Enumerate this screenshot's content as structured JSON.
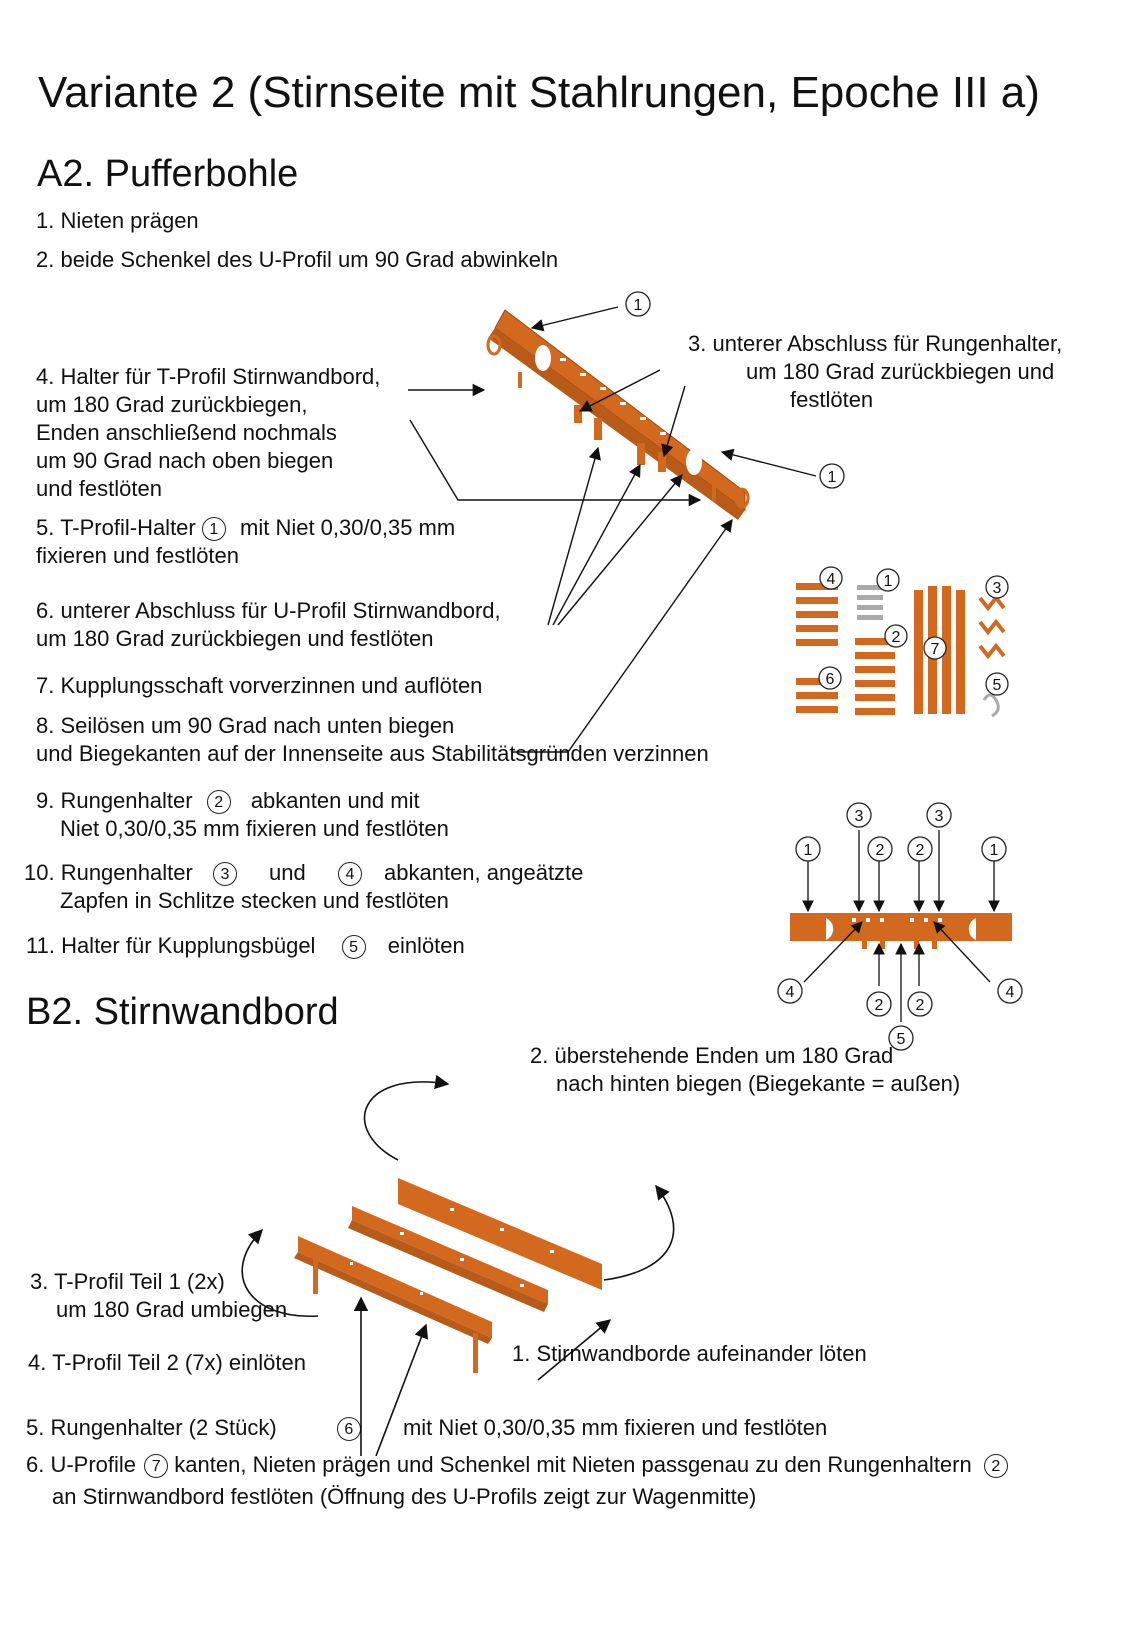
{
  "title": "Variante 2 (Stirnseite mit Stahlrungen, Epoche III a)",
  "section_a": {
    "heading": "A2. Pufferbohle",
    "s1": "1. Nieten prägen",
    "s2": "2. beide Schenkel des U-Profil um 90 Grad abwinkeln",
    "s3": [
      "3. unterer Abschluss für Rungenhalter,",
      "um 180 Grad zurückbiegen und",
      "festlöten"
    ],
    "s4": [
      "4. Halter für T-Profil Stirnwandbord,",
      "um 180 Grad zurückbiegen,",
      "Enden anschließend nochmals",
      "um 90 Grad nach oben biegen",
      "und festlöten"
    ],
    "s5a": "5. T-Profil-Halter",
    "s5b": "mit Niet 0,30/0,35 mm",
    "s5c": "fixieren und festlöten",
    "s6": [
      "6. unterer Abschluss für U-Profil Stirnwandbord,",
      "um 180 Grad zurückbiegen und festlöten"
    ],
    "s7": "7. Kupplungsschaft vorverzinnen und auflöten",
    "s8": [
      "8. Seilösen um 90 Grad nach unten biegen",
      "und Biegekanten auf der Innenseite aus Stabilitätsgründen verzinnen"
    ],
    "s9a": "9. Rungenhalter",
    "s9b": "abkanten und mit",
    "s9c": "Niet 0,30/0,35 mm fixieren und festlöten",
    "s10a": "10. Rungenhalter",
    "s10b": "und",
    "s10c": "abkanten, angeätzte",
    "s10d": "Zapfen in Schlitze stecken und festlöten",
    "s11a": "11. Halter für Kupplungsbügel",
    "s11b": "einlöten"
  },
  "section_b": {
    "heading": "B2. Stirnwandbord",
    "s2": [
      "2. überstehende Enden um 180 Grad",
      "nach hinten biegen (Biegekante = außen)"
    ],
    "s3": [
      "3. T-Profil Teil 1 (2x)",
      "um 180 Grad umbiegen"
    ],
    "s4": "4. T-Profil Teil 2 (7x) einlöten",
    "s1": "1. Stirnwandborde aufeinander löten",
    "s5a": "5. Rungenhalter (2 Stück)",
    "s5b": "mit Niet 0,30/0,35 mm fixieren und festlöten",
    "s6a": "6. U-Profile",
    "s6b": "kanten, Nieten prägen und Schenkel mit Nieten passgenau zu den Rungenhaltern",
    "s6c": "an Stirnwandbord festlöten (Öffnung des U-Profils zeigt zur Wagenmitte)"
  },
  "markers": {
    "n1": "1",
    "n2": "2",
    "n3": "3",
    "n4": "4",
    "n5": "5",
    "n6": "6",
    "n7": "7"
  },
  "colors": {
    "part": "#d2691e",
    "part_dark": "#9a4a12",
    "ink": "#111111"
  }
}
